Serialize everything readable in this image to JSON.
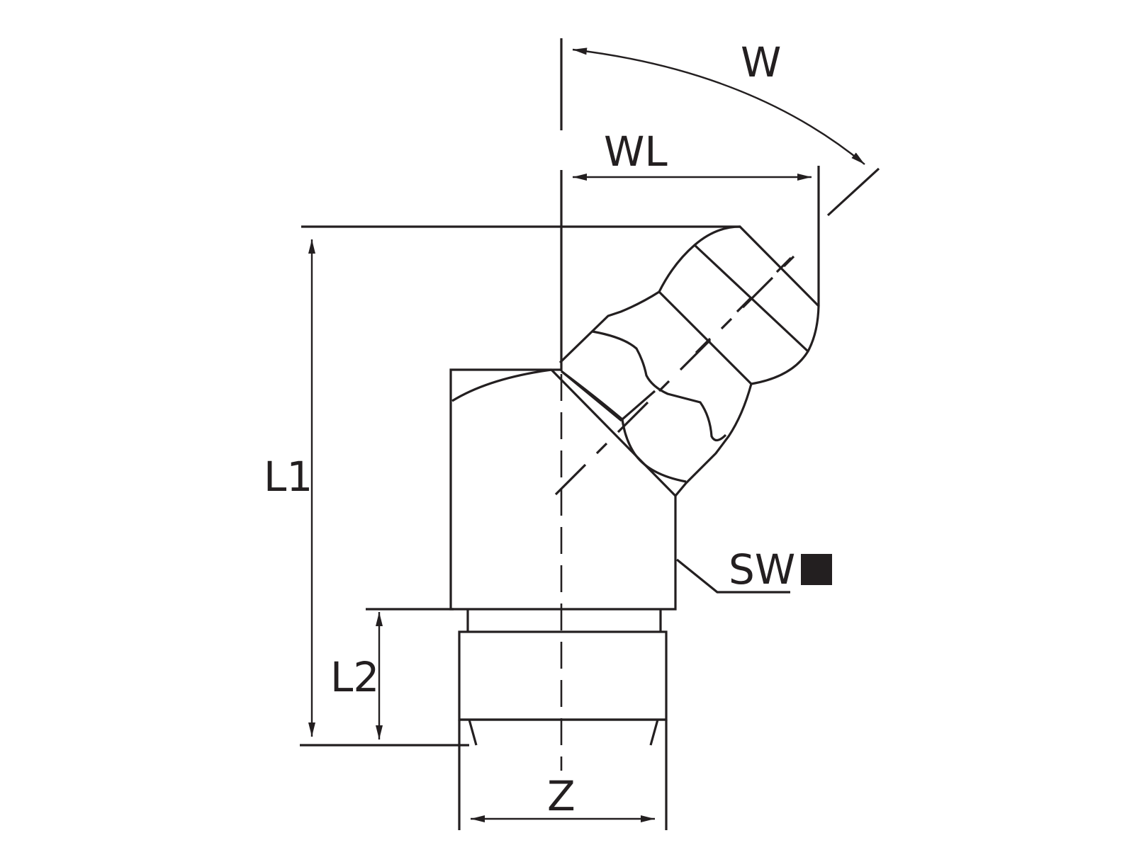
{
  "labels": {
    "angle": "W",
    "angle_length": "WL",
    "overall_length": "L1",
    "thread_length": "L2",
    "wrench_size": "SW",
    "thread": "Z"
  },
  "colors": {
    "line": "#231f20",
    "background": "#ffffff"
  }
}
